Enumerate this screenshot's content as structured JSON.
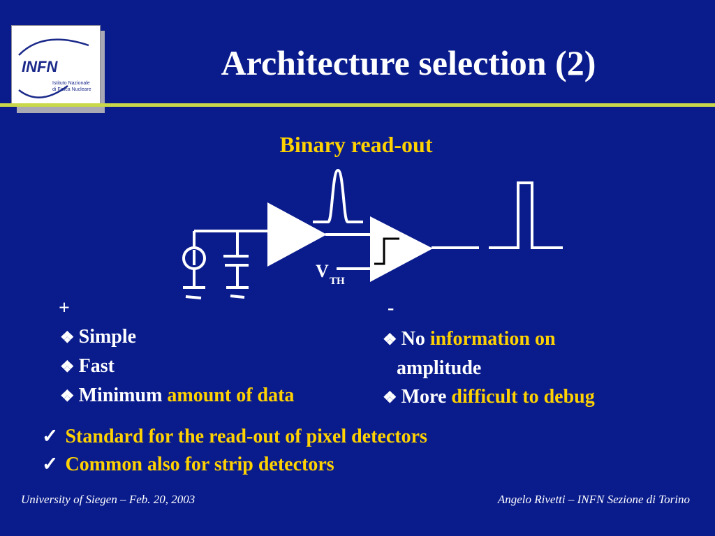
{
  "logo": {
    "wordmark": "INFN",
    "subtext_line1": "Istituto Nazionale",
    "subtext_line2": "di Fisica Nucleare"
  },
  "slide": {
    "title": "Architecture selection (2)",
    "subtitle": "Binary read-out"
  },
  "diagram": {
    "threshold_label": "V",
    "threshold_subscript": "TH"
  },
  "pros": {
    "heading": "+",
    "items": [
      {
        "text": "Simple",
        "highlight": ""
      },
      {
        "text": "Fast",
        "highlight": ""
      },
      {
        "text": "Minimum ",
        "highlight": "amount of data"
      }
    ]
  },
  "cons": {
    "heading": "-",
    "items": [
      {
        "text": "No ",
        "highlight": "information on",
        "continuation": "amplitude"
      },
      {
        "text": "More ",
        "highlight": "difficult to debug"
      }
    ]
  },
  "conclusions": [
    "Standard for the read-out of pixel detectors",
    "Common also for strip detectors"
  ],
  "footer": {
    "left": "University of Siegen – Feb. 20, 2003",
    "right": "Angelo Rivetti – INFN Sezione di Torino"
  },
  "colors": {
    "background": "#0a1c8c",
    "highlight": "#ffd200",
    "rule": "#c8d84a",
    "text": "#ffffff"
  }
}
